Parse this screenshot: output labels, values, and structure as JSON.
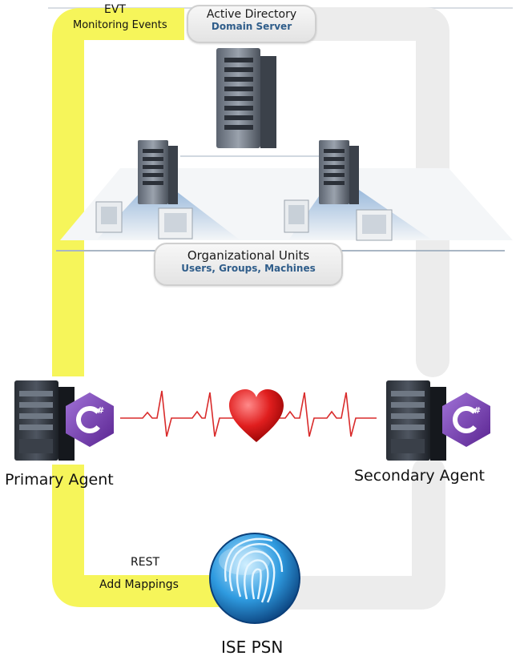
{
  "flow_labels": {
    "evt": "EVT",
    "evt_sub": "Monitoring Events",
    "rest": "REST",
    "rest_sub": "Add Mappings"
  },
  "active_directory": {
    "title": "Active Directory",
    "subtitle": "Domain Server"
  },
  "org_units": {
    "title": "Organizational Units",
    "subtitle": "Users, Groups, Machines"
  },
  "agents": {
    "primary": "Primary Agent",
    "secondary": "Secondary Agent",
    "badge_icon": "csharp-icon"
  },
  "psn": {
    "label": "ISE PSN",
    "icon": "fingerprint-icon"
  },
  "colors": {
    "evt_path": "#f6f55a",
    "return_path": "#ececec",
    "heartbeat": "#d92b2b",
    "csharp_badge": "#7b3fb0"
  }
}
